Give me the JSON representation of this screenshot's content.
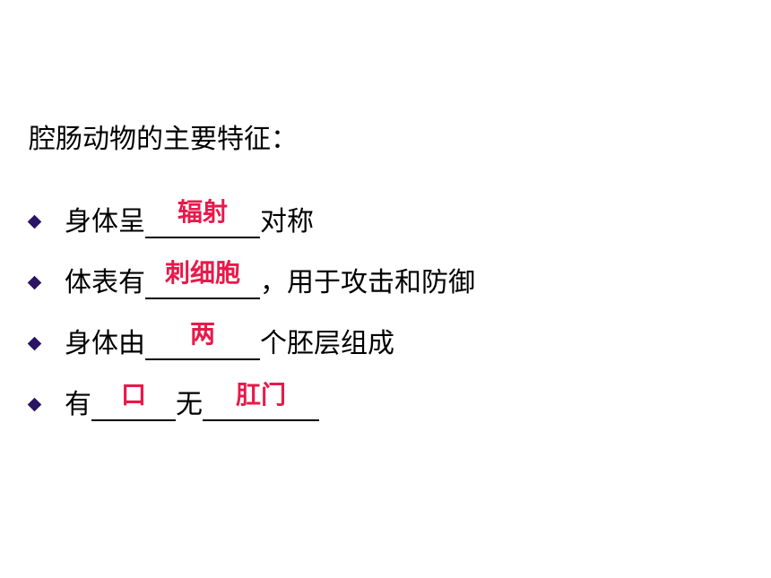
{
  "title": "腔肠动物的主要特征：",
  "colors": {
    "bullet": "#2a1466",
    "answer": "#e8194a",
    "text": "#000000"
  },
  "items": [
    {
      "before": "身体呈",
      "answer": "辐射",
      "after": "对称"
    },
    {
      "before": "体表有",
      "answer": "刺细胞",
      "after": "，用于攻击和防御"
    },
    {
      "before": "身体由",
      "answer": "两",
      "after": "个胚层组成"
    },
    {
      "before": "有",
      "answer": "口",
      "middle": "无",
      "answer2": "肛门"
    }
  ]
}
